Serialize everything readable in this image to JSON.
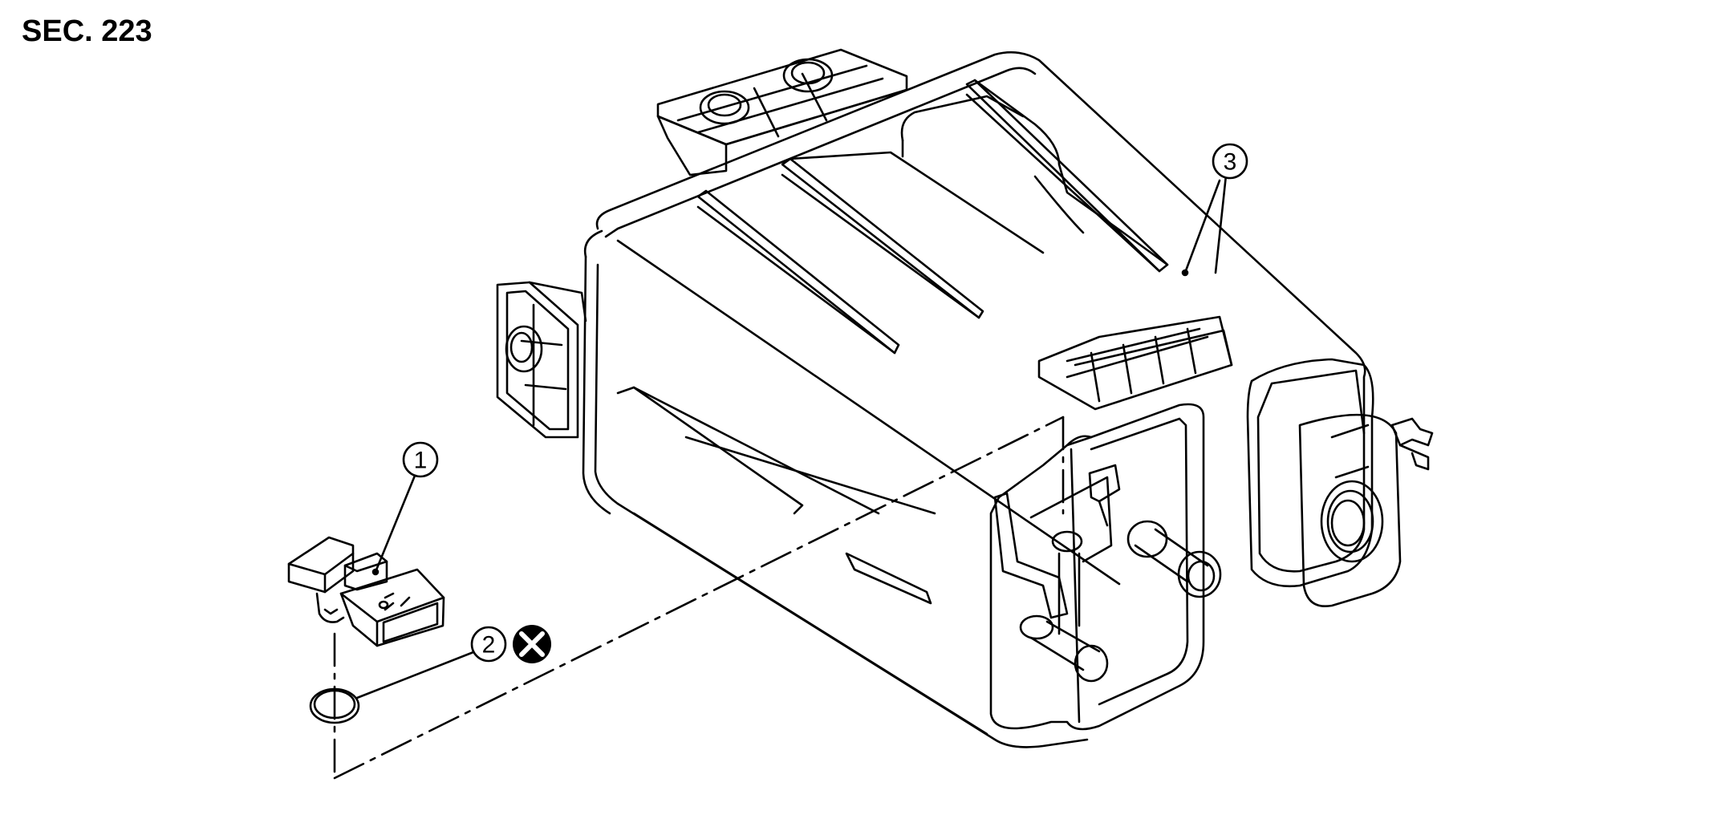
{
  "header": {
    "section_label": "SEC. 223"
  },
  "callouts": [
    {
      "number": "1",
      "part": "connector"
    },
    {
      "number": "2",
      "part": "o-ring"
    },
    {
      "number": "3",
      "part": "canister"
    }
  ],
  "symbols": {
    "do_not_reuse": "x-in-circle"
  },
  "colors": {
    "line": "#000000",
    "background": "#ffffff"
  }
}
